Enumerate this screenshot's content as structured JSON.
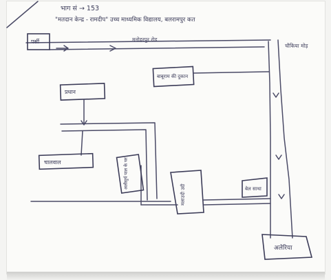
{
  "header": {
    "line1": "भाग सं → 153",
    "line2": "\"मतदान केन्द्र - रामदीप\" उच्च माध्यमिक विद्यालय, बलरामपुर कत"
  },
  "map_labels": {
    "top_left_box": "पर्सी",
    "road_top": "मनोहरपुर रोड",
    "top_right": "चौकिया मोड़",
    "center_right_box": "बाबूराम की दुकान",
    "left_box": "प्रधान",
    "bottom_left_box": "चालवाल",
    "mid_vertical_box": "अलीसुर्य पाल के घर",
    "center_vertical_box": "मलाउदी उदी",
    "small_right_box": "बेल साथा",
    "bottom_right_box": "अलेरिया"
  },
  "colors": {
    "ink": "#3a3a58",
    "paper": "#fbfbf9"
  }
}
